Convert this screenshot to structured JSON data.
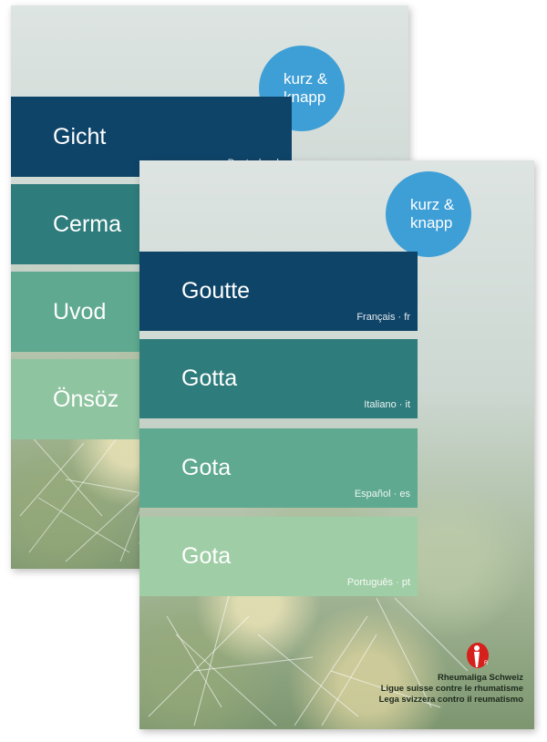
{
  "back_booklet": {
    "badge": {
      "line1": "kurz &",
      "line2": "knapp"
    },
    "bands": [
      {
        "title": "Gicht",
        "lang": "Deutsch · de"
      },
      {
        "title": "Cerma",
        "lang": ""
      },
      {
        "title": "Uvod",
        "lang": ""
      },
      {
        "title": "Önsöz",
        "lang": ""
      }
    ]
  },
  "front_booklet": {
    "badge": {
      "line1": "kurz &",
      "line2": "knapp"
    },
    "bands": [
      {
        "title": "Goutte",
        "lang": "Français · fr"
      },
      {
        "title": "Gotta",
        "lang": "Italiano · it"
      },
      {
        "title": "Gota",
        "lang": "Español · es"
      },
      {
        "title": "Gota",
        "lang": "Português · pt"
      }
    ],
    "organization": {
      "logo_letter": "R",
      "line1": "Rheumaliga Schweiz",
      "line2": "Ligue suisse contre le rhumatisme",
      "line3": "Lega svizzera contro il reumatismo"
    }
  },
  "colors": {
    "dark_blue": "#0f4469",
    "teal": "#2f7c7c",
    "green": "#5ea98f",
    "light_green": "#9fcda5",
    "badge_blue": "#3e9fd6",
    "logo_red": "#d6201c"
  }
}
